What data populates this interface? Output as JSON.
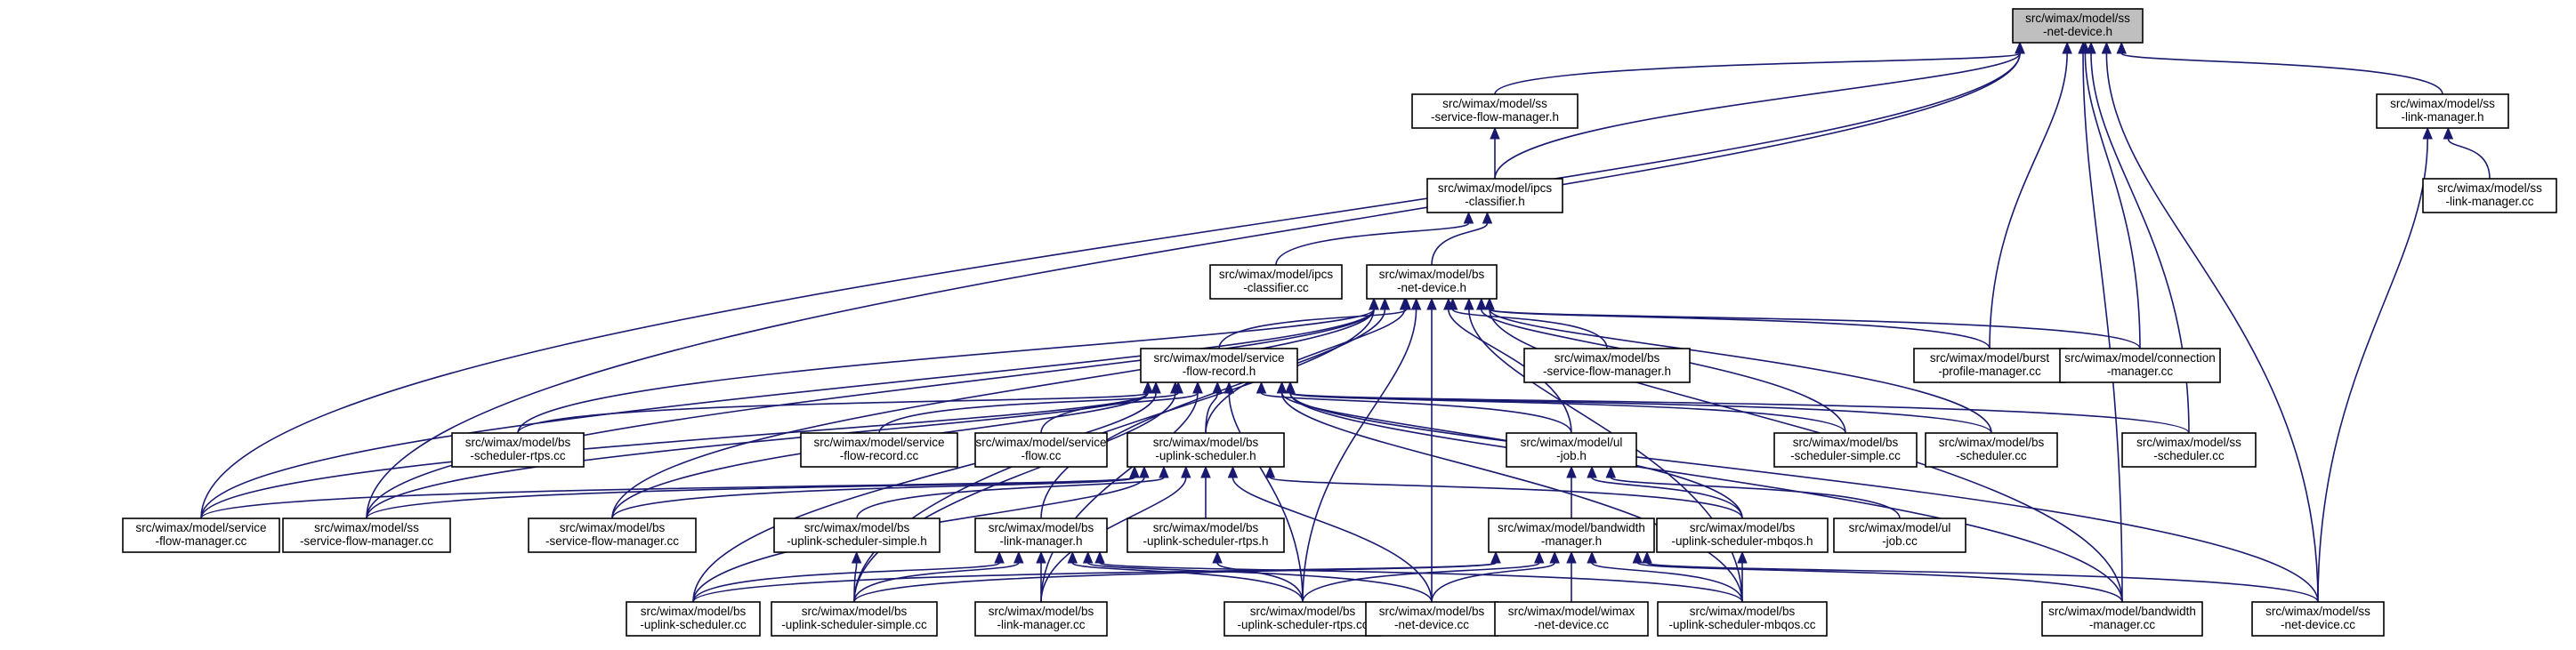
{
  "nodes": [
    {
      "id": "ss_net_device_h",
      "line1": "src/wimax/model/ss",
      "line2": "-net-device.h",
      "root": true
    },
    {
      "id": "ss_sfm_h",
      "line1": "src/wimax/model/ss",
      "line2": "-service-flow-manager.h"
    },
    {
      "id": "ss_lm_h",
      "line1": "src/wimax/model/ss",
      "line2": "-link-manager.h"
    },
    {
      "id": "ipcs_h",
      "line1": "src/wimax/model/ipcs",
      "line2": "-classifier.h"
    },
    {
      "id": "ss_lm_cc",
      "line1": "src/wimax/model/ss",
      "line2": "-link-manager.cc"
    },
    {
      "id": "ipcs_cc",
      "line1": "src/wimax/model/ipcs",
      "line2": "-classifier.cc"
    },
    {
      "id": "bs_net_device_h",
      "line1": "src/wimax/model/bs",
      "line2": "-net-device.h"
    },
    {
      "id": "bs_sfm_h",
      "line1": "src/wimax/model/bs",
      "line2": "-service-flow-manager.h"
    },
    {
      "id": "burst_cc",
      "line1": "src/wimax/model/burst",
      "line2": "-profile-manager.cc"
    },
    {
      "id": "conn_cc",
      "line1": "src/wimax/model/connection",
      "line2": "-manager.cc"
    },
    {
      "id": "sfr_h",
      "line1": "src/wimax/model/service",
      "line2": "-flow-record.h"
    },
    {
      "id": "bs_sched_rtps_cc",
      "line1": "src/wimax/model/bs",
      "line2": "-scheduler-rtps.cc"
    },
    {
      "id": "sfr_cc",
      "line1": "src/wimax/model/service",
      "line2": "-flow-record.cc"
    },
    {
      "id": "sf_cc",
      "line1": "src/wimax/model/service",
      "line2": "-flow.cc"
    },
    {
      "id": "ul_job_h",
      "line1": "src/wimax/model/ul",
      "line2": "-job.h"
    },
    {
      "id": "bs_sched_simple_cc",
      "line1": "src/wimax/model/bs",
      "line2": "-scheduler-simple.cc"
    },
    {
      "id": "bs_sched_cc",
      "line1": "src/wimax/model/bs",
      "line2": "-scheduler.cc"
    },
    {
      "id": "ss_sched_cc",
      "line1": "src/wimax/model/ss",
      "line2": "-scheduler.cc"
    },
    {
      "id": "bs_ul_sched_h",
      "line1": "src/wimax/model/bs",
      "line2": "-uplink-scheduler.h"
    },
    {
      "id": "sfm_cc",
      "line1": "src/wimax/model/service",
      "line2": "-flow-manager.cc"
    },
    {
      "id": "ss_sfm_cc",
      "line1": "src/wimax/model/ss",
      "line2": "-service-flow-manager.cc"
    },
    {
      "id": "bs_sfm_cc",
      "line1": "src/wimax/model/bs",
      "line2": "-service-flow-manager.cc"
    },
    {
      "id": "bs_ul_simple_h",
      "line1": "src/wimax/model/bs",
      "line2": "-uplink-scheduler-simple.h"
    },
    {
      "id": "bs_lm_h",
      "line1": "src/wimax/model/bs",
      "line2": "-link-manager.h"
    },
    {
      "id": "bs_ul_rtps_h",
      "line1": "src/wimax/model/bs",
      "line2": "-uplink-scheduler-rtps.h"
    },
    {
      "id": "bw_h",
      "line1": "src/wimax/model/bandwidth",
      "line2": "-manager.h"
    },
    {
      "id": "bs_ul_mbqos_h",
      "line1": "src/wimax/model/bs",
      "line2": "-uplink-scheduler-mbqos.h"
    },
    {
      "id": "ul_job_cc",
      "line1": "src/wimax/model/ul",
      "line2": "-job.cc"
    },
    {
      "id": "bs_ul_sched_cc",
      "line1": "src/wimax/model/bs",
      "line2": "-uplink-scheduler.cc"
    },
    {
      "id": "bs_ul_simple_cc",
      "line1": "src/wimax/model/bs",
      "line2": "-uplink-scheduler-simple.cc"
    },
    {
      "id": "bs_lm_cc",
      "line1": "src/wimax/model/bs",
      "line2": "-link-manager.cc"
    },
    {
      "id": "bs_ul_rtps_cc",
      "line1": "src/wimax/model/bs",
      "line2": "-uplink-scheduler-rtps.cc"
    },
    {
      "id": "bs_net_device_cc",
      "line1": "src/wimax/model/bs",
      "line2": "-net-device.cc"
    },
    {
      "id": "wimax_nd_cc",
      "line1": "src/wimax/model/wimax",
      "line2": "-net-device.cc"
    },
    {
      "id": "bs_ul_mbqos_cc",
      "line1": "src/wimax/model/bs",
      "line2": "-uplink-scheduler-mbqos.cc"
    },
    {
      "id": "bw_cc",
      "line1": "src/wimax/model/bandwidth",
      "line2": "-manager.cc"
    },
    {
      "id": "ss_net_device_cc",
      "line1": "src/wimax/model/ss",
      "line2": "-net-device.cc"
    }
  ],
  "edges": [
    [
      "ss_sfm_h",
      "ss_net_device_h"
    ],
    [
      "ss_lm_h",
      "ss_net_device_h"
    ],
    [
      "ipcs_h",
      "ss_net_device_h"
    ],
    [
      "burst_cc",
      "ss_net_device_h"
    ],
    [
      "conn_cc",
      "ss_net_device_h"
    ],
    [
      "ss_sched_cc",
      "ss_net_device_h"
    ],
    [
      "sfm_cc",
      "ss_net_device_h"
    ],
    [
      "ss_sfm_cc",
      "ss_net_device_h"
    ],
    [
      "bw_cc",
      "ss_net_device_h"
    ],
    [
      "ss_net_device_cc",
      "ss_net_device_h"
    ],
    [
      "ipcs_h",
      "ss_sfm_h"
    ],
    [
      "ss_lm_cc",
      "ss_lm_h"
    ],
    [
      "ss_net_device_cc",
      "ss_lm_h"
    ],
    [
      "ipcs_cc",
      "ipcs_h"
    ],
    [
      "bs_net_device_h",
      "ipcs_h"
    ],
    [
      "bs_sfm_h",
      "bs_net_device_h"
    ],
    [
      "burst_cc",
      "bs_net_device_h"
    ],
    [
      "conn_cc",
      "bs_net_device_h"
    ],
    [
      "sfr_h",
      "bs_net_device_h"
    ],
    [
      "bs_sched_rtps_cc",
      "bs_net_device_h"
    ],
    [
      "ul_job_h",
      "bs_net_device_h"
    ],
    [
      "bs_sched_simple_cc",
      "bs_net_device_h"
    ],
    [
      "bs_sched_cc",
      "bs_net_device_h"
    ],
    [
      "bs_ul_sched_h",
      "bs_net_device_h"
    ],
    [
      "sfm_cc",
      "bs_net_device_h"
    ],
    [
      "ss_sfm_cc",
      "bs_net_device_h"
    ],
    [
      "bs_sfm_cc",
      "bs_net_device_h"
    ],
    [
      "bs_lm_h",
      "bs_net_device_h"
    ],
    [
      "bs_ul_rtps_cc",
      "bs_net_device_h"
    ],
    [
      "bs_net_device_cc",
      "bs_net_device_h"
    ],
    [
      "bs_ul_mbqos_cc",
      "bs_net_device_h"
    ],
    [
      "bw_cc",
      "bs_net_device_h"
    ],
    [
      "bs_ul_simple_cc",
      "bs_net_device_h"
    ],
    [
      "bs_sched_rtps_cc",
      "sfr_h"
    ],
    [
      "sfr_cc",
      "sfr_h"
    ],
    [
      "sf_cc",
      "sfr_h"
    ],
    [
      "ul_job_h",
      "sfr_h"
    ],
    [
      "bs_sched_simple_cc",
      "sfr_h"
    ],
    [
      "bs_sched_cc",
      "sfr_h"
    ],
    [
      "ss_sched_cc",
      "sfr_h"
    ],
    [
      "bs_ul_sched_h",
      "sfr_h"
    ],
    [
      "sfm_cc",
      "sfr_h"
    ],
    [
      "ss_sfm_cc",
      "sfr_h"
    ],
    [
      "bs_sfm_cc",
      "sfr_h"
    ],
    [
      "bs_ul_mbqos_h",
      "sfr_h"
    ],
    [
      "bs_ul_sched_cc",
      "sfr_h"
    ],
    [
      "bs_ul_simple_cc",
      "sfr_h"
    ],
    [
      "bs_lm_cc",
      "sfr_h"
    ],
    [
      "bs_ul_rtps_cc",
      "sfr_h"
    ],
    [
      "bs_ul_mbqos_cc",
      "sfr_h"
    ],
    [
      "bw_cc",
      "sfr_h"
    ],
    [
      "ss_net_device_cc",
      "sfr_h"
    ],
    [
      "bw_h",
      "ul_job_h"
    ],
    [
      "bs_ul_mbqos_h",
      "ul_job_h"
    ],
    [
      "ul_job_cc",
      "ul_job_h"
    ],
    [
      "sfm_cc",
      "bs_ul_sched_h"
    ],
    [
      "ss_sfm_cc",
      "bs_ul_sched_h"
    ],
    [
      "bs_sfm_cc",
      "bs_ul_sched_h"
    ],
    [
      "bs_ul_simple_h",
      "bs_ul_sched_h"
    ],
    [
      "bs_ul_rtps_h",
      "bs_ul_sched_h"
    ],
    [
      "bs_ul_mbqos_h",
      "bs_ul_sched_h"
    ],
    [
      "bs_ul_sched_cc",
      "bs_ul_sched_h"
    ],
    [
      "bs_lm_cc",
      "bs_ul_sched_h"
    ],
    [
      "bs_net_device_cc",
      "bs_ul_sched_h"
    ],
    [
      "bs_ul_simple_cc",
      "bs_ul_simple_h"
    ],
    [
      "bs_ul_sched_cc",
      "bs_lm_h"
    ],
    [
      "bs_ul_simple_cc",
      "bs_lm_h"
    ],
    [
      "bs_lm_cc",
      "bs_lm_h"
    ],
    [
      "bs_ul_rtps_cc",
      "bs_lm_h"
    ],
    [
      "bs_net_device_cc",
      "bs_lm_h"
    ],
    [
      "bs_ul_mbqos_cc",
      "bs_lm_h"
    ],
    [
      "bs_ul_rtps_cc",
      "bs_ul_rtps_h"
    ],
    [
      "bs_ul_sched_cc",
      "bw_h"
    ],
    [
      "bs_ul_simple_cc",
      "bw_h"
    ],
    [
      "bs_ul_rtps_cc",
      "bw_h"
    ],
    [
      "bs_net_device_cc",
      "bw_h"
    ],
    [
      "wimax_nd_cc",
      "bw_h"
    ],
    [
      "bs_ul_mbqos_cc",
      "bw_h"
    ],
    [
      "bw_cc",
      "bw_h"
    ],
    [
      "ss_net_device_cc",
      "bw_h"
    ],
    [
      "bs_ul_mbqos_cc",
      "bs_ul_mbqos_h"
    ]
  ]
}
